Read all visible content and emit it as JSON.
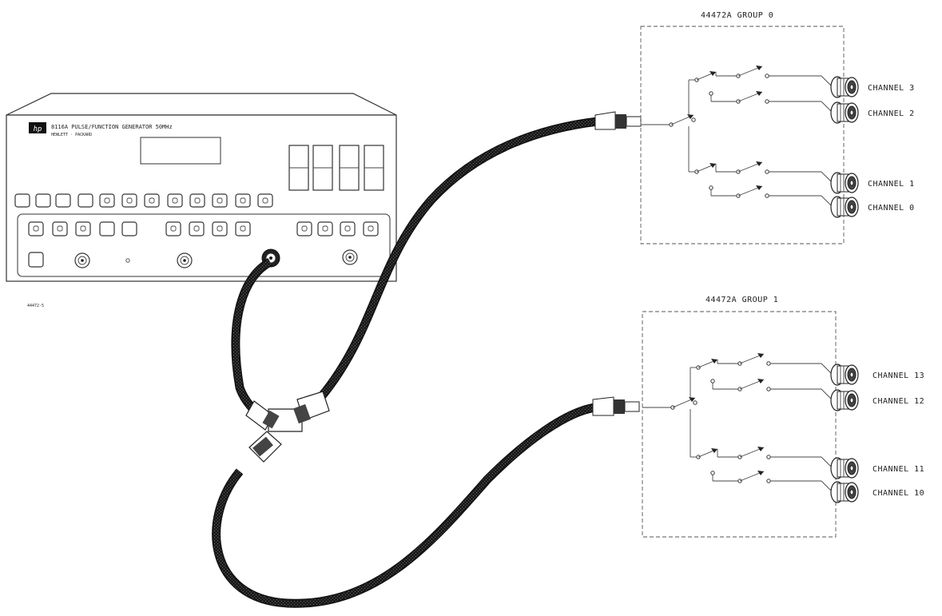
{
  "instrument": {
    "model_line": "8116A PULSE/FUNCTION GENERATOR 50MHz",
    "maker": "HEWLETT · PACKARD",
    "logo": "hp",
    "figure_code": "44472-5"
  },
  "groups": [
    {
      "title": "44472A GROUP 0",
      "channels": [
        "CHANNEL 3",
        "CHANNEL 2",
        "CHANNEL 1",
        "CHANNEL 0"
      ]
    },
    {
      "title": "44472A GROUP 1",
      "channels": [
        "CHANNEL 13",
        "CHANNEL 12",
        "CHANNEL 11",
        "CHANNEL 10"
      ]
    }
  ]
}
